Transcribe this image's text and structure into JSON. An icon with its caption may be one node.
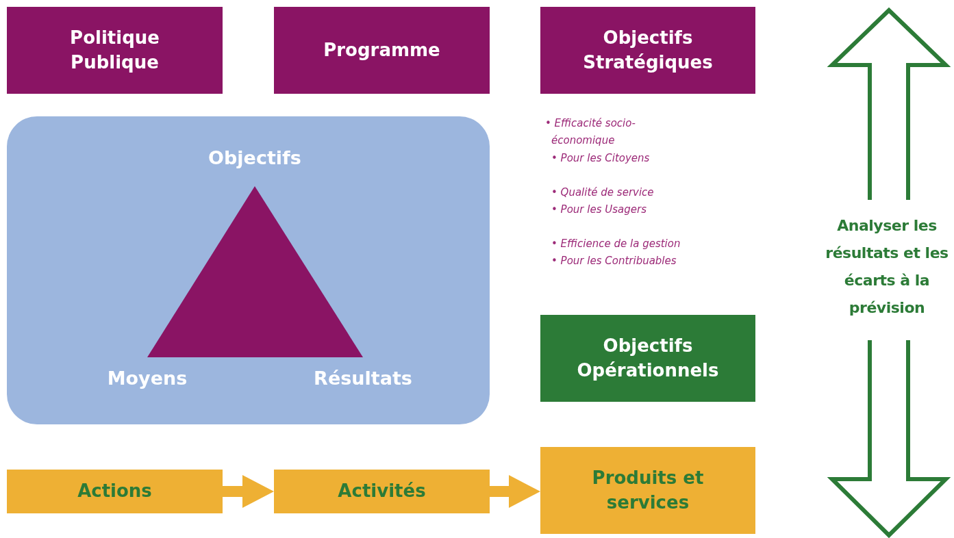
{
  "diagram": {
    "nodes": [
      {
        "text": [
          "Politique Publique"
        ]
      },
      {
        "text": [
          "Programme"
        ]
      },
      {
        "text": [
          "Objectifs Stratégiques"
        ]
      },
      {
        "text": [],
        "shape": "box"
      },
      {
        "text": [
          "Objectifs",
          "Moyens",
          "Résultats"
        ],
        "in": 3
      },
      {
        "text": [
          "Objectifs Opérationnels"
        ]
      },
      {
        "text": [
          "Actions"
        ]
      },
      {
        "text": [
          "Activités"
        ]
      },
      {
        "text": [
          "Produits et services"
        ]
      },
      {
        "text": [
          "Analyser les résultats et les écarts à la prévision"
        ]
      }
    ],
    "edges": [
      {
        "from": 6,
        "to": 7,
        "arrow": "to"
      },
      {
        "from": 7,
        "to": 8,
        "arrow": "to"
      }
    ],
    "labels": [
      "• Efficacité socio-économique",
      "• Pour les Citoyens",
      "• Qualité de service",
      "• Pour les Usagers",
      "• Efficience de la gestion",
      "• Pour les Contribuables"
    ]
  }
}
